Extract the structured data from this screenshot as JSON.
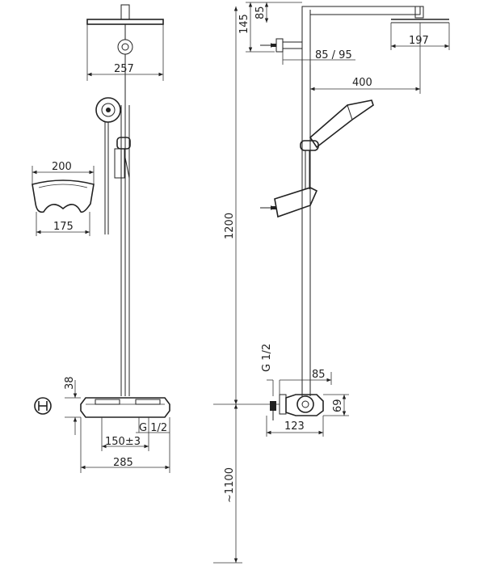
{
  "dimensions": {
    "d257": "257",
    "d200": "200",
    "d175": "175",
    "d38": "38",
    "g_half_front": "G 1/2",
    "d150": "150±3",
    "d285": "285",
    "d145": "145",
    "d85_top": "85",
    "d197": "197",
    "d85_95": "85 / 95",
    "d400": "400",
    "d1200": "1200",
    "g_half_side": "G 1/2",
    "d85_bottom": "85",
    "d69": "69",
    "d123": "123",
    "d1100": "~1100"
  },
  "icons": {
    "wall_symbol": "wall-mount-symbol"
  }
}
